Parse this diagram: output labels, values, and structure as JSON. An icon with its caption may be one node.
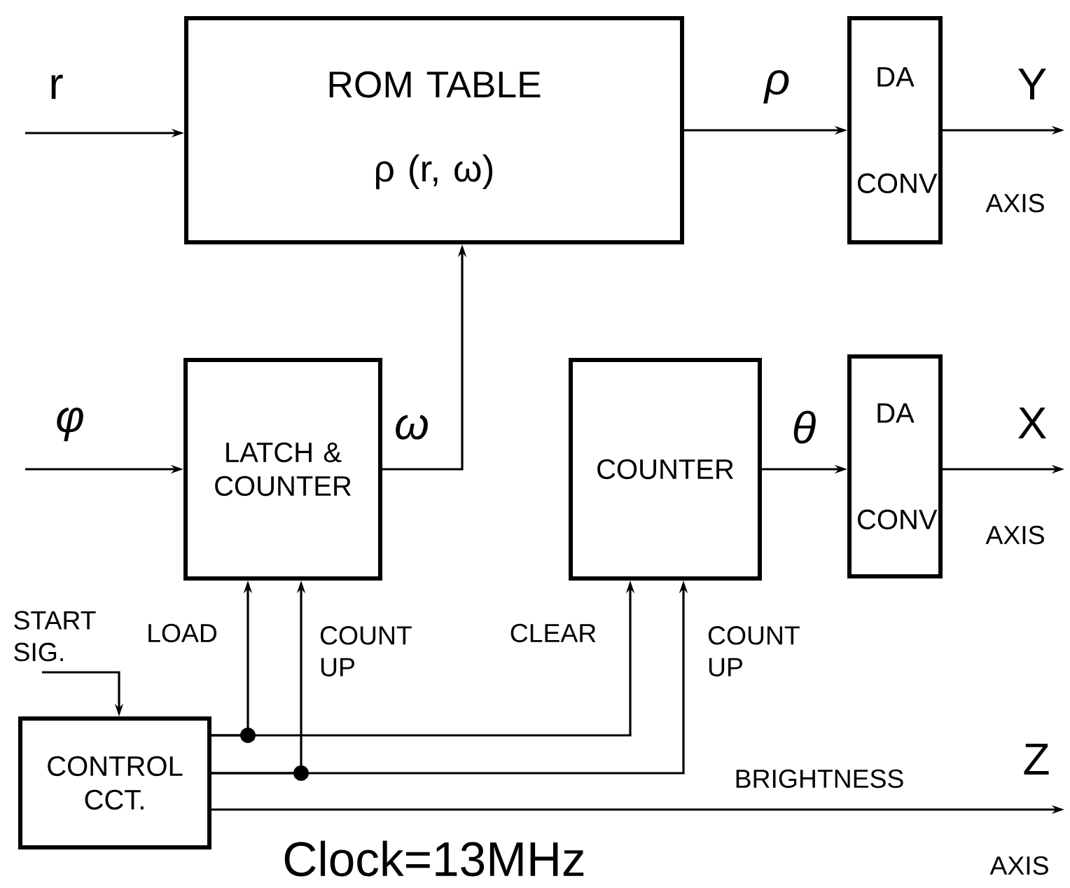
{
  "diagram": {
    "nodes": [
      {
        "text": [
          "ROM TABLE",
          "ρ (r, ω)"
        ]
      },
      {
        "text": [
          "DA",
          "CONV"
        ]
      },
      {
        "text": [
          "LATCH & COUNTER"
        ]
      },
      {
        "text": [
          "COUNTER"
        ]
      },
      {
        "text": [
          "DA",
          "CONV"
        ]
      },
      {
        "text": [
          "CONTROL CCT."
        ]
      }
    ],
    "edges": [
      {
        "from": null,
        "to": 0,
        "arrow": "to",
        "label": "r"
      },
      {
        "from": 0,
        "to": 1,
        "arrow": "to",
        "label": "ρ"
      },
      {
        "from": 1,
        "to": null,
        "arrow": "to",
        "label": "Y"
      },
      {
        "from": null,
        "to": 2,
        "arrow": "to",
        "label": "φ"
      },
      {
        "from": 2,
        "to": 0,
        "arrow": "to",
        "label": "ω"
      },
      {
        "from": 3,
        "to": 4,
        "arrow": "to",
        "label": "θ"
      },
      {
        "from": 4,
        "to": null,
        "arrow": "to",
        "label": "X"
      },
      {
        "from": null,
        "to": 5,
        "arrow": "to",
        "label": "START SIG."
      },
      {
        "from": 5,
        "to": 2,
        "arrow": "to",
        "label": "LOAD"
      },
      {
        "from": 5,
        "to": 2,
        "arrow": "to",
        "label": "COUNT UP"
      },
      {
        "from": 5,
        "to": 3,
        "arrow": "to",
        "label": "CLEAR"
      },
      {
        "from": 5,
        "to": 3,
        "arrow": "to",
        "label": "COUNT UP"
      },
      {
        "from": 5,
        "to": null,
        "arrow": "to",
        "label": "Z"
      }
    ],
    "labels": [
      "AXIS",
      "AXIS",
      "BRIGHTNESS",
      "Clock=13MHz",
      "AXIS"
    ]
  }
}
